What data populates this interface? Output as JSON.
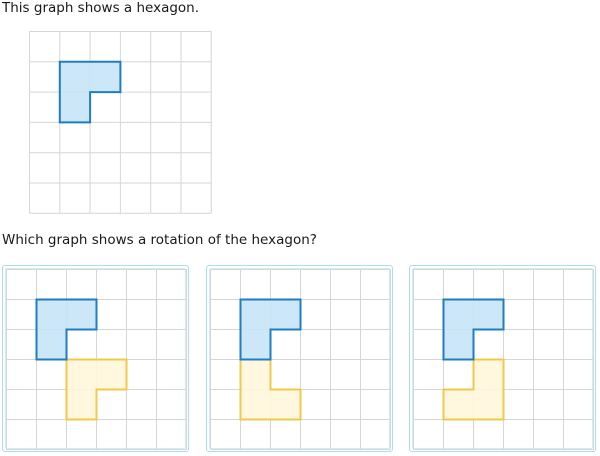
{
  "prompt": "This graph shows a hexagon.",
  "question": "Which graph shows a rotation of the hexagon?",
  "grid": {
    "cols": 6,
    "rows": 6
  },
  "original_shape": {
    "cells": [
      [
        1,
        1
      ],
      [
        2,
        1
      ],
      [
        1,
        2
      ]
    ]
  },
  "choices": [
    {
      "id": "a",
      "rotated_cells": [
        [
          2,
          3
        ],
        [
          3,
          3
        ],
        [
          2,
          4
        ]
      ]
    },
    {
      "id": "b",
      "rotated_cells": [
        [
          1,
          3
        ],
        [
          1,
          4
        ],
        [
          2,
          4
        ]
      ]
    },
    {
      "id": "c",
      "rotated_cells": [
        [
          2,
          3
        ],
        [
          2,
          4
        ],
        [
          1,
          4
        ]
      ]
    }
  ],
  "choice_base_cells": [
    [
      1,
      1
    ],
    [
      2,
      1
    ],
    [
      1,
      2
    ]
  ],
  "colors": {
    "grid_line": "#d6d6d6",
    "original_fill": "#c5e4f7",
    "original_stroke": "#1f7ec2",
    "rotated_fill": "#fff7dc",
    "rotated_stroke": "#f2c84b",
    "card_border": "#a8ddf2"
  }
}
